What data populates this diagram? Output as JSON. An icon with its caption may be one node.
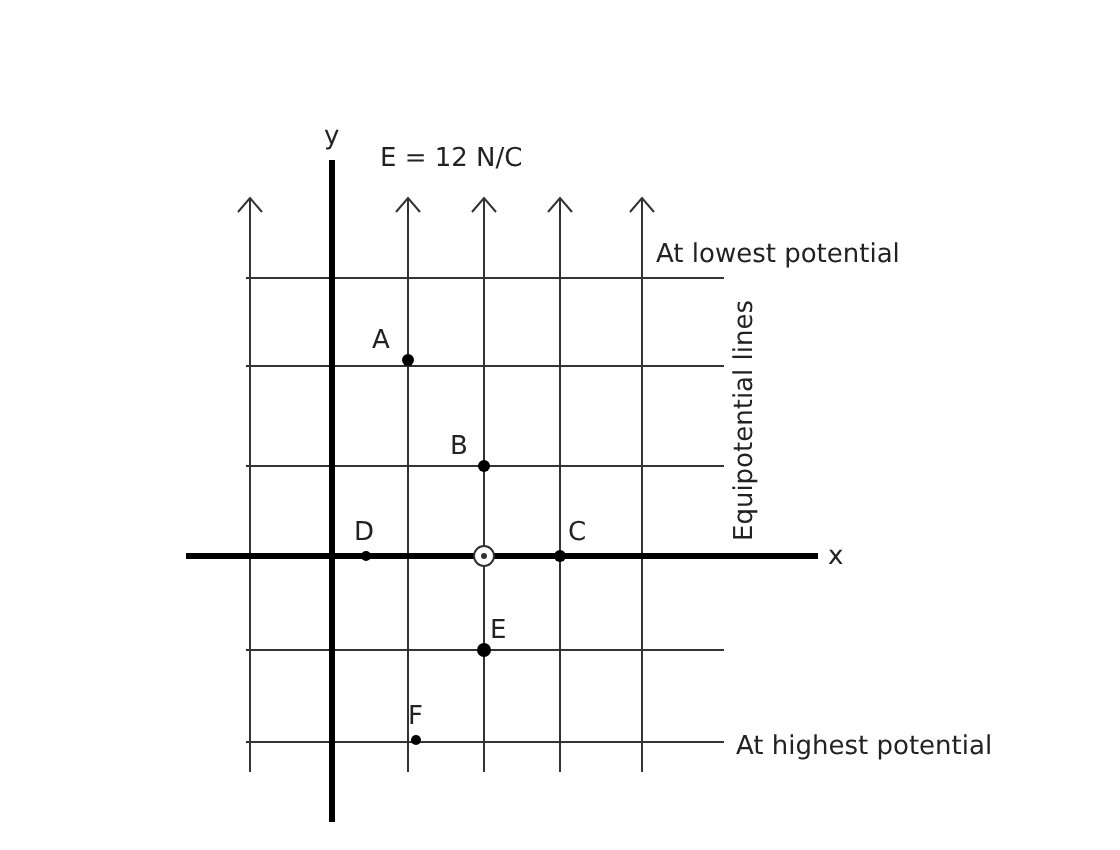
{
  "diagram": {
    "labels": [
      "y",
      "E = 12 N/C",
      "At lowest potential",
      "A",
      "B",
      "Equipotential lines",
      "D",
      "C",
      "x",
      "E",
      "F",
      "At highest potential"
    ]
  }
}
